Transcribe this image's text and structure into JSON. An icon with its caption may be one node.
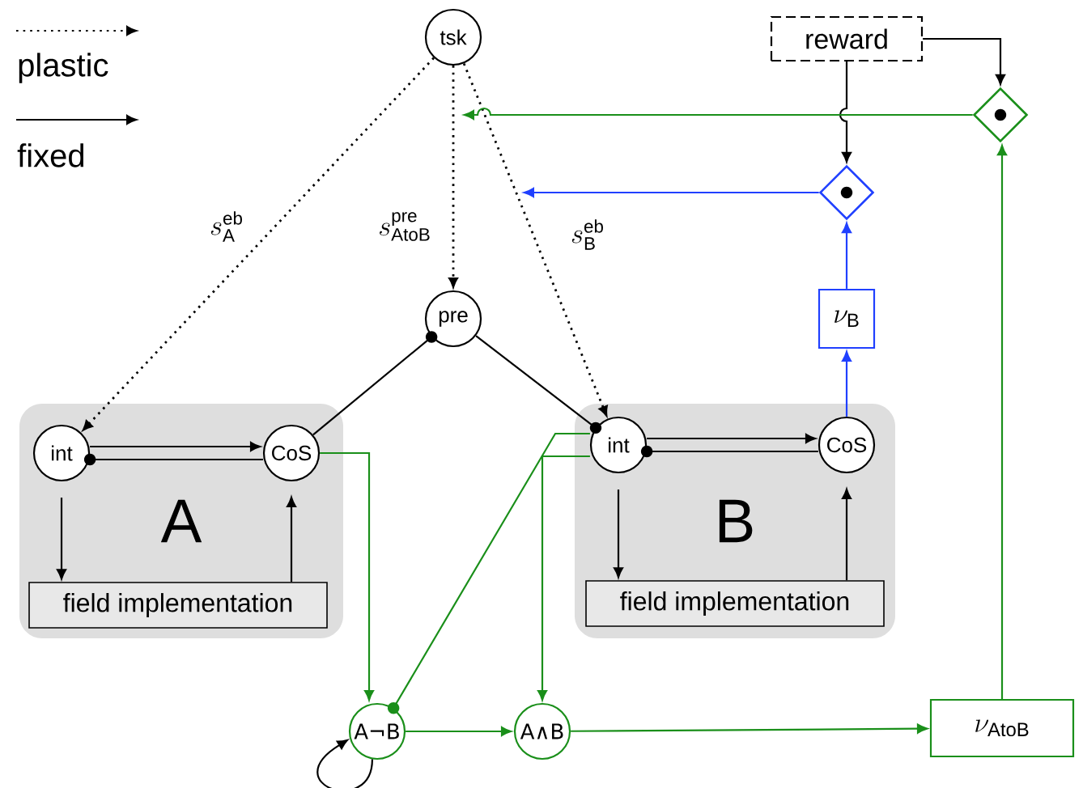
{
  "diagram": {
    "nodes": [
      {
        "text": [
          "tsk"
        ]
      },
      {
        "text": [
          "reward"
        ]
      },
      {
        "text": [],
        "shape": "diamond"
      },
      {
        "text": [],
        "shape": "diamond"
      },
      {
        "text": [
          "\\nu_{\\mathrm{B}}"
        ]
      },
      {
        "text": [
          "pre"
        ]
      },
      {
        "text": [
          "A"
        ]
      },
      {
        "text": [
          "int"
        ],
        "in": 6
      },
      {
        "text": [
          "CoS"
        ],
        "in": 6
      },
      {
        "text": [
          "field implementation"
        ],
        "in": 6
      },
      {
        "text": [
          "B"
        ]
      },
      {
        "text": [
          "int"
        ],
        "in": 10
      },
      {
        "text": [
          "CoS"
        ],
        "in": 10
      },
      {
        "text": [
          "field implementation"
        ],
        "in": 10
      },
      {
        "text": [
          "A¬B"
        ]
      },
      {
        "text": [
          "A∧B"
        ]
      },
      {
        "text": [
          "\\nu_{\\mathrm{AtoB}}"
        ]
      }
    ],
    "edges": [
      {
        "from": 0,
        "to": 7,
        "arrow": "to",
        "style": "dashed",
        "label": "s^{\\mathrm{eb}}_{\\mathrm{A}}"
      },
      {
        "from": 0,
        "to": 5,
        "arrow": "to",
        "style": "dashed",
        "label": "s^{\\mathrm{pre}}_{\\mathrm{AtoB}}"
      },
      {
        "from": 0,
        "to": 11,
        "arrow": "to",
        "style": "dashed",
        "label": "s^{\\mathrm{eb}}_{\\mathrm{B}}"
      },
      {
        "from": 8,
        "to": 5,
        "arrow": "other"
      },
      {
        "from": 5,
        "to": 11,
        "arrow": "other"
      },
      {
        "from": 7,
        "to": 8,
        "arrow": "to"
      },
      {
        "from": 8,
        "to": 7,
        "arrow": "other"
      },
      {
        "from": 7,
        "to": 9,
        "arrow": "to"
      },
      {
        "from": 9,
        "to": 8,
        "arrow": "to"
      },
      {
        "from": 11,
        "to": 12,
        "arrow": "to"
      },
      {
        "from": 12,
        "to": 11,
        "arrow": "other"
      },
      {
        "from": 11,
        "to": 13,
        "arrow": "to"
      },
      {
        "from": 13,
        "to": 12,
        "arrow": "to"
      },
      {
        "from": 1,
        "to": 2,
        "arrow": "to"
      },
      {
        "from": 1,
        "to": 3,
        "arrow": "to"
      },
      {
        "from": 2,
        "to": null,
        "arrow": "to",
        "color": "#1a8f1a"
      },
      {
        "from": 3,
        "to": null,
        "arrow": "to",
        "color": "#2040ff"
      },
      {
        "from": 4,
        "to": 3,
        "arrow": "to",
        "color": "#2040ff"
      },
      {
        "from": 12,
        "to": 4,
        "arrow": "to",
        "color": "#2040ff"
      },
      {
        "from": 16,
        "to": 2,
        "arrow": "to",
        "color": "#1a8f1a"
      },
      {
        "from": 8,
        "to": 14,
        "arrow": "to",
        "color": "#1a8f1a"
      },
      {
        "from": 11,
        "to": 14,
        "arrow": "other",
        "color": "#1a8f1a"
      },
      {
        "from": 11,
        "to": 15,
        "arrow": "to",
        "color": "#1a8f1a"
      },
      {
        "from": 14,
        "to": 15,
        "arrow": "to",
        "color": "#1a8f1a"
      },
      {
        "from": 15,
        "to": 16,
        "arrow": "to",
        "color": "#1a8f1a"
      },
      {
        "from": 14,
        "to": 14,
        "arrow": "to"
      }
    ],
    "legend": [
      {
        "text": "plastic"
      },
      {
        "text": "fixed"
      }
    ]
  }
}
